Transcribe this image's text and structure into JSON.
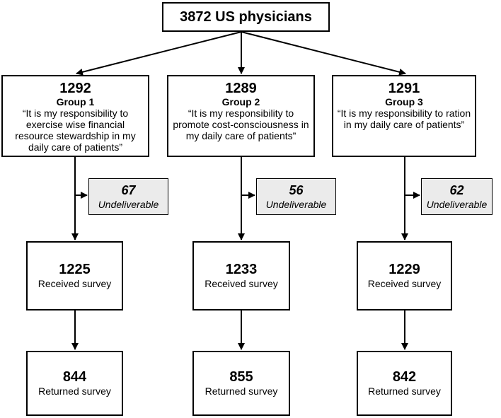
{
  "total": {
    "label": "3872 US physicians"
  },
  "groups": [
    {
      "count": "1292",
      "name": "Group 1",
      "statement": "“It is my responsibility to exercise wise financial resource stewardship in my daily care of patients”",
      "undeliverable": {
        "count": "67",
        "label": "Undeliverable"
      },
      "received": {
        "count": "1225",
        "label": "Received survey"
      },
      "returned": {
        "count": "844",
        "label": "Returned survey"
      }
    },
    {
      "count": "1289",
      "name": "Group 2",
      "statement": "“It is my responsibility to promote cost-consciousness in my daily care of patients”",
      "undeliverable": {
        "count": "56",
        "label": "Undeliverable"
      },
      "received": {
        "count": "1233",
        "label": "Received survey"
      },
      "returned": {
        "count": "855",
        "label": "Returned survey"
      }
    },
    {
      "count": "1291",
      "name": "Group 3",
      "statement": "“It is my responsibility to ration in my daily care of patients”",
      "undeliverable": {
        "count": "62",
        "label": "Undeliverable"
      },
      "received": {
        "count": "1229",
        "label": "Received survey"
      },
      "returned": {
        "count": "842",
        "label": "Returned survey"
      }
    }
  ]
}
